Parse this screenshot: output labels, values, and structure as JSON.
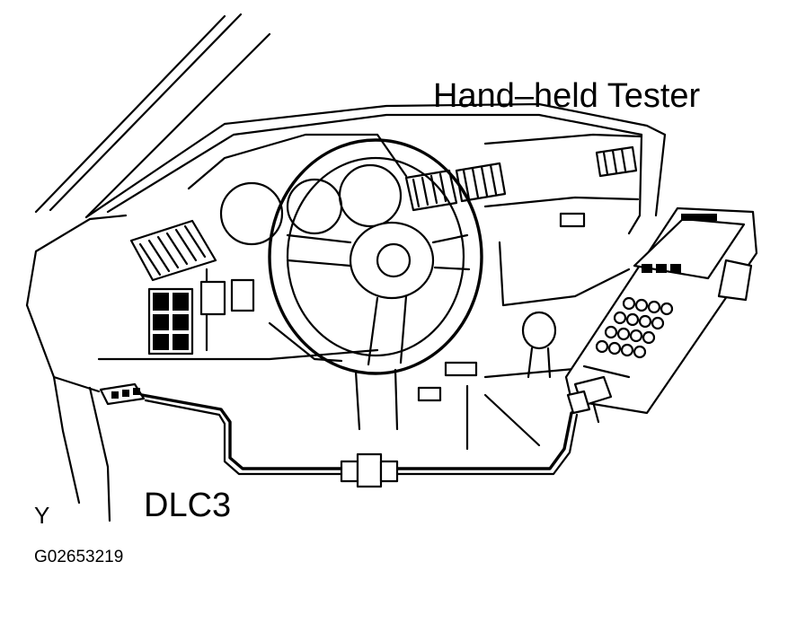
{
  "labels": {
    "tester": "Hand–held Tester",
    "connector": "DLC3",
    "marker": "Y",
    "figure_code": "G02653219"
  },
  "colors": {
    "ink": "#000000",
    "paper": "#ffffff"
  }
}
